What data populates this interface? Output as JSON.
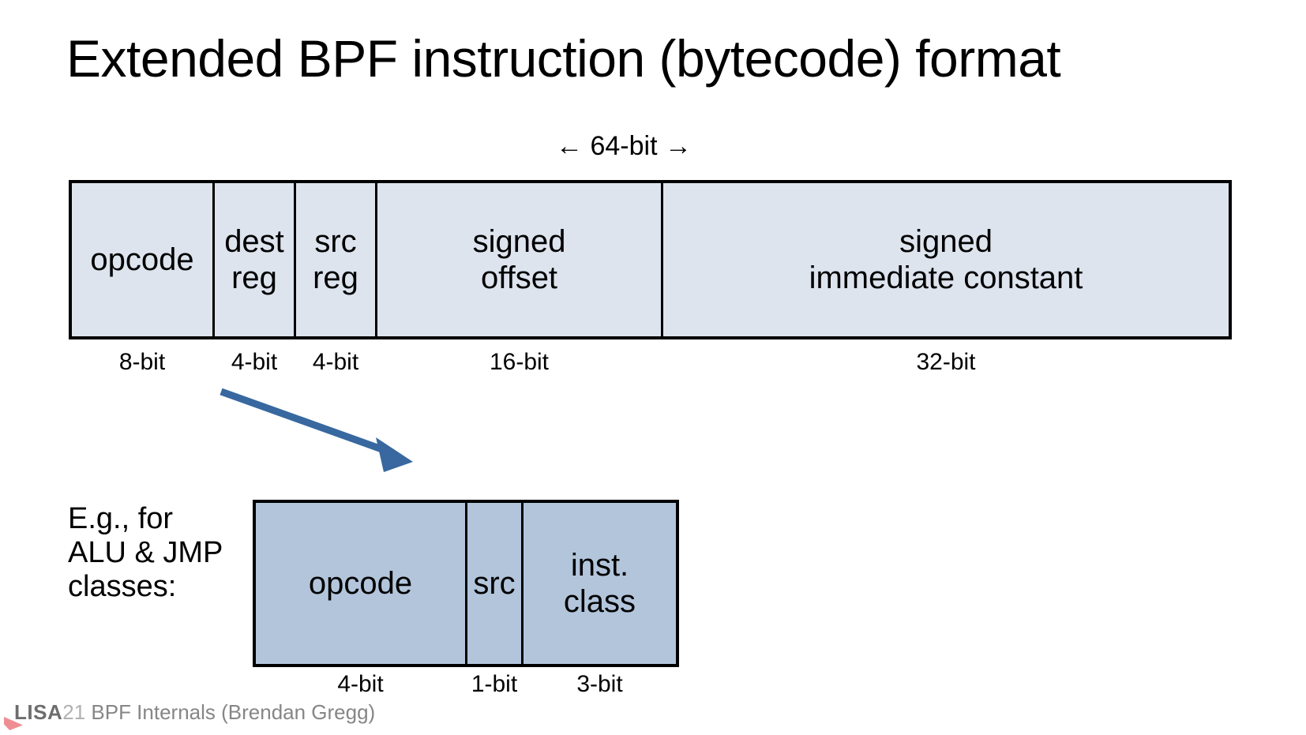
{
  "slide": {
    "title": "Extended BPF instruction (bytecode) format",
    "width_label": "←  64-bit  →"
  },
  "main_bar": {
    "fields": [
      {
        "label": "opcode",
        "bits": "8-bit"
      },
      {
        "label": "dest\nreg",
        "bits": "4-bit"
      },
      {
        "label": "src\nreg",
        "bits": "4-bit"
      },
      {
        "label": "signed\noffset",
        "bits": "16-bit"
      },
      {
        "label": "signed\nimmediate constant",
        "bits": "32-bit"
      }
    ]
  },
  "example": {
    "caption": "E.g., for\nALU & JMP\nclasses:",
    "fields": [
      {
        "label": "opcode",
        "bits": "4-bit"
      },
      {
        "label": "src",
        "bits": "1-bit"
      },
      {
        "label": "inst.\nclass",
        "bits": "3-bit"
      }
    ]
  },
  "footer": {
    "brand": "LISA",
    "year": "21",
    "text": " BPF Internals (Brendan Gregg)"
  },
  "colors": {
    "border": "#000000",
    "main_bar_fill": "#dde4ee",
    "example_fill": "#b2c5db",
    "arrow": "#38689f",
    "footer_brand": "#6d6d6d",
    "footer_year": "#b1b1b1",
    "footer_text": "#868686",
    "corner_mark": "#ee8e93"
  }
}
